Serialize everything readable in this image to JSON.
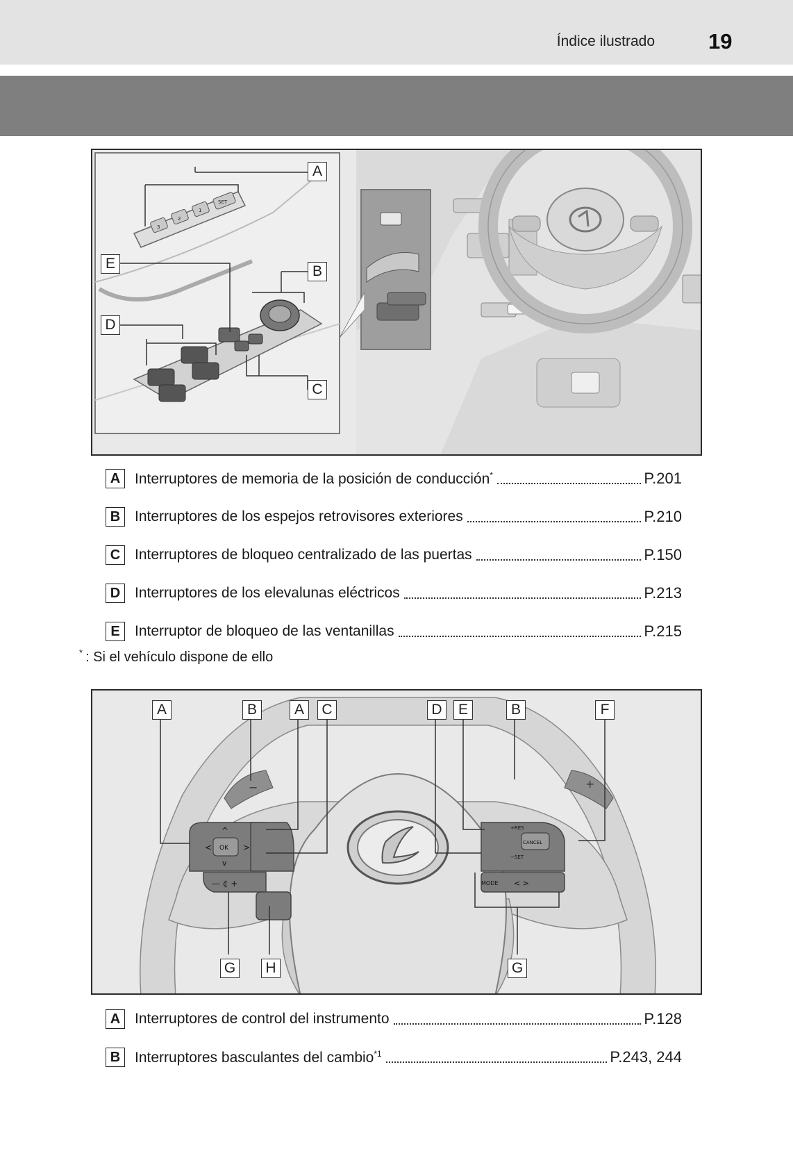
{
  "header": {
    "section_title": "Índice ilustrado",
    "page_number": "19"
  },
  "figure1": {
    "labels": [
      "A",
      "B",
      "C",
      "D",
      "E"
    ],
    "mirror_switch_labels": [
      "3",
      "2",
      "1",
      "SET"
    ]
  },
  "legend1": [
    {
      "letter": "A",
      "text": "Interruptores de memoria de la posición de conducción",
      "mark": "*",
      "ref": "P.201"
    },
    {
      "letter": "B",
      "text": "Interruptores de los espejos retrovisores exteriores",
      "mark": "",
      "ref": "P.210"
    },
    {
      "letter": "C",
      "text": "Interruptores de bloqueo centralizado de las puertas",
      "mark": "",
      "ref": "P.150"
    },
    {
      "letter": "D",
      "text": "Interruptores de los elevalunas eléctricos",
      "mark": "",
      "ref": "P.213"
    },
    {
      "letter": "E",
      "text": "Interruptor de bloqueo de las ventanillas",
      "mark": "",
      "ref": "P.215"
    }
  ],
  "footnote": {
    "mark": "*",
    "text": ":  Si el vehículo dispone de ello"
  },
  "figure2": {
    "labels_top": [
      "A",
      "B",
      "A",
      "C",
      "D",
      "E",
      "B",
      "F"
    ],
    "labels_bottom": [
      "G",
      "H",
      "G"
    ],
    "button_labels": {
      "ok": "OK",
      "cancel": "CANCEL",
      "mode": "MODE",
      "res": "+RES",
      "set": "−SET"
    }
  },
  "legend2": [
    {
      "letter": "A",
      "text": "Interruptores de control del instrumento",
      "mark": "",
      "ref": "P.128"
    },
    {
      "letter": "B",
      "text": "Interruptores basculantes del cambio",
      "mark": "*1",
      "ref": "P.243, 244"
    }
  ],
  "colors": {
    "header_band": "#e3e3e3",
    "gray_bar": "#7f7f7f",
    "figure_bg": "#e9e9e9"
  }
}
